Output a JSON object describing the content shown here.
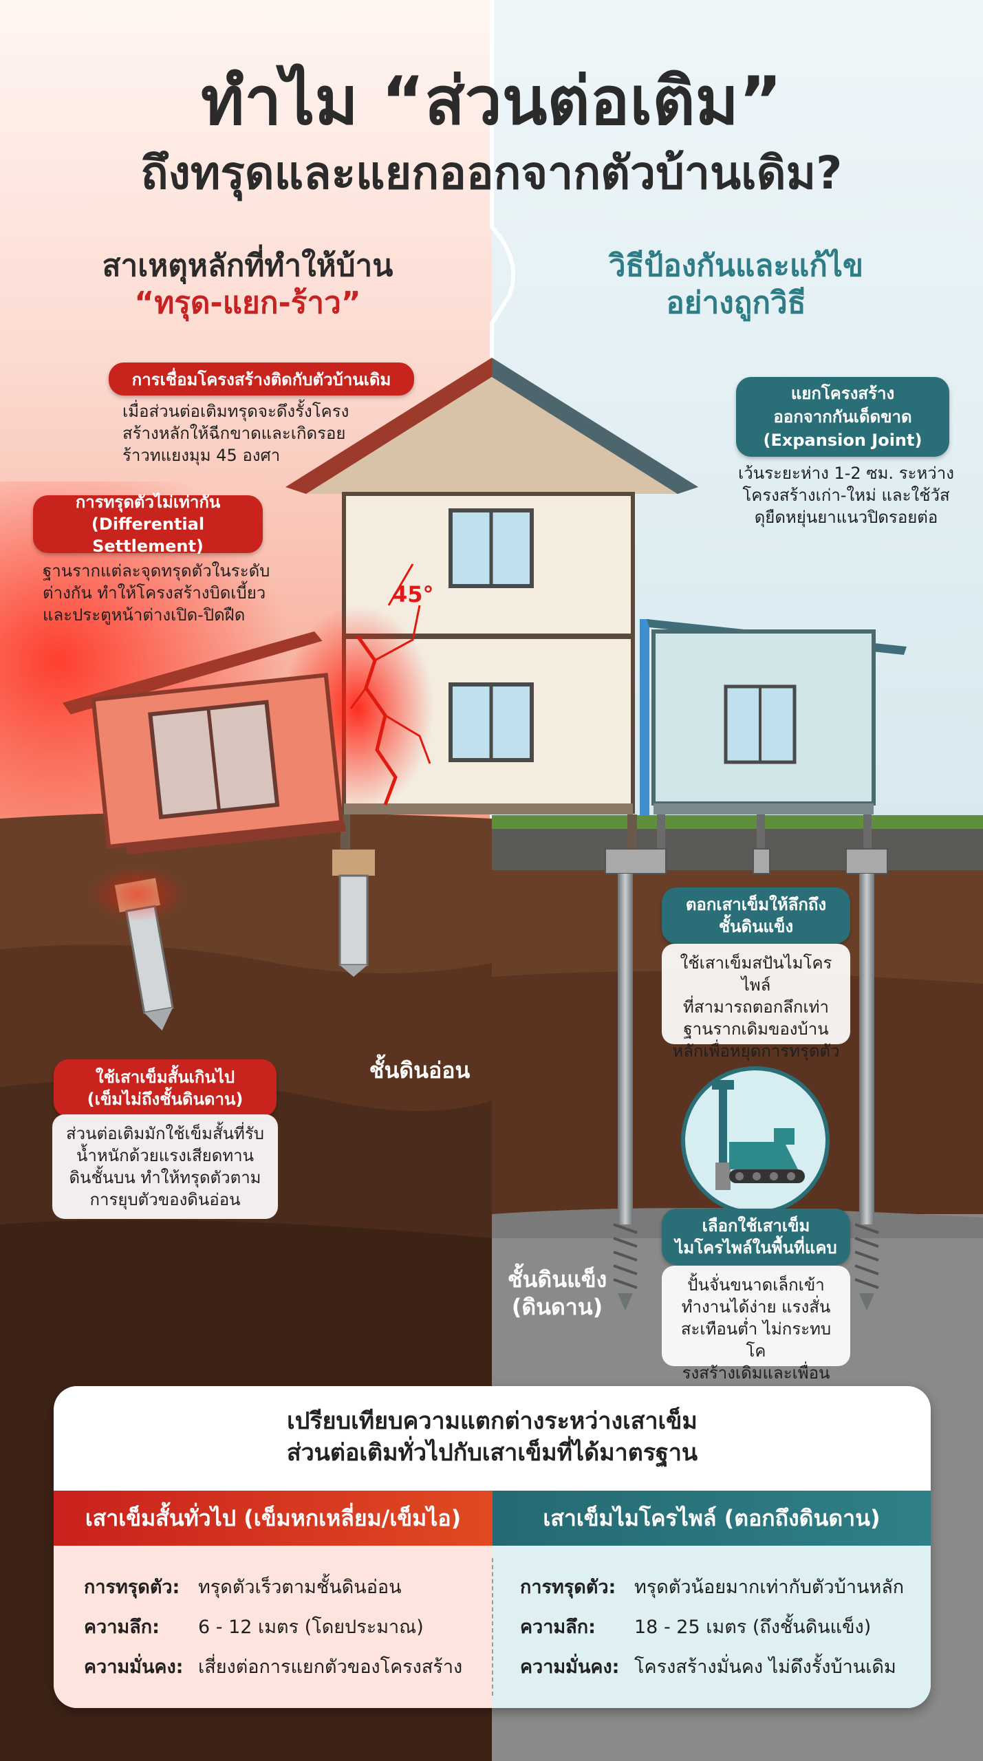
{
  "title": {
    "line1": "ทำไม “ส่วนต่อเติม”",
    "line2": "ถึงทรุดและแยกออกจากตัวบ้านเดิม?"
  },
  "left": {
    "heading_line1": "สาเหตุหลักที่ทำให้บ้าน",
    "heading_line2": "“ทรุด-แยก-ร้าว”",
    "causes": [
      {
        "title": "การเชื่อมโครงสร้างติดกับตัวบ้านเดิม",
        "text": "เมื่อส่วนต่อเติมทรุดจะดึงรั้งโครง\nสร้างหลักให้ฉีกขาดและเกิดรอย\nร้าวทแยงมุม 45 องศา"
      },
      {
        "title": "การทรุดตัวไม่เท่ากัน\n(Differential Settlement)",
        "text": "ฐานรากแต่ละจุดทรุดตัวในระดับ\nต่างกัน ทำให้โครงสร้างบิดเบี้ยว\nและประตูหน้าต่างเปิด-ปิดฝืด"
      },
      {
        "title": "ใช้เสาเข็มสั้นเกินไป\n(เข็มไม่ถึงชั้นดินดาน)",
        "text": "ส่วนต่อเติมมักใช้เข็มสั้นที่รับ\nน้ำหนักด้วยแรงเสียดทาน\nดินชั้นบน ทำให้ทรุดตัวตาม\nการยุบตัวของดินอ่อน"
      }
    ],
    "angle_label": "45°"
  },
  "right": {
    "heading_line1": "วิธีป้องกันและแก้ไข",
    "heading_line2": "อย่างถูกวิธี",
    "solutions": [
      {
        "title": "แยกโครงสร้าง\nออกจากกันเด็ดขาด\n(Expansion Joint)",
        "text": "เว้นระยะห่าง 1-2 ซม. ระหว่าง\nโครงสร้างเก่า-ใหม่ และใช้วัส\nดุยืดหยุ่นยาแนวปิดรอยต่อ"
      },
      {
        "title": "ตอกเสาเข็มให้ลึกถึง\nชั้นดินแข็ง",
        "text": "ใช้เสาเข็มสปันไมโครไพล์\nที่สามารถตอกลึกเท่า\nฐานรากเดิมของบ้าน\nหลักเพื่อหยุดการทรุดตัว"
      },
      {
        "title": "เลือกใช้เสาเข็ม\nไมโครไพล์ในพื้นที่แคบ",
        "text": "ปั้นจั่นขนาดเล็กเข้า\nทำงานได้ง่าย แรงสั่น\nสะเทือนต่ำ ไม่กระทบโค\nรงสร้างเดิมและเพื่อนบ้าน"
      }
    ]
  },
  "soil": {
    "soft": "ชั้นดินอ่อน",
    "hard": "ชั้นดินแข็ง\n(ดินดาน)"
  },
  "comparison": {
    "title": "เปรียบเทียบความแตกต่างระหว่างเสาเข็ม\nส่วนต่อเติมทั่วไปกับเสาเข็มที่ได้มาตรฐาน",
    "left": {
      "header": "เสาเข็มสั้นทั่วไป (เข็มหกเหลี่ยม/เข็มไอ)",
      "rows": [
        {
          "key": "การทรุดตัว:",
          "value": "ทรุดตัวเร็วตามชั้นดินอ่อน"
        },
        {
          "key": "ความลึก:",
          "value": "6 - 12 เมตร (โดยประมาณ)"
        },
        {
          "key": "ความมั่นคง:",
          "value": "เสี่ยงต่อการแยกตัวของโครงสร้าง"
        }
      ]
    },
    "right": {
      "header": "เสาเข็มไมโครไพล์ (ตอกถึงดินดาน)",
      "rows": [
        {
          "key": "การทรุดตัว:",
          "value": "ทรุดตัวน้อยมากเท่ากับตัวบ้านหลัก"
        },
        {
          "key": "ความลึก:",
          "value": "18 - 25 เมตร (ถึงชั้นดินแข็ง)"
        },
        {
          "key": "ความมั่นคง:",
          "value": "โครงสร้างมั่นคง ไม่ดึงรั้งบ้านเดิม"
        }
      ]
    }
  },
  "colors": {
    "danger": "#c8231d",
    "solution": "#2a6f78"
  }
}
